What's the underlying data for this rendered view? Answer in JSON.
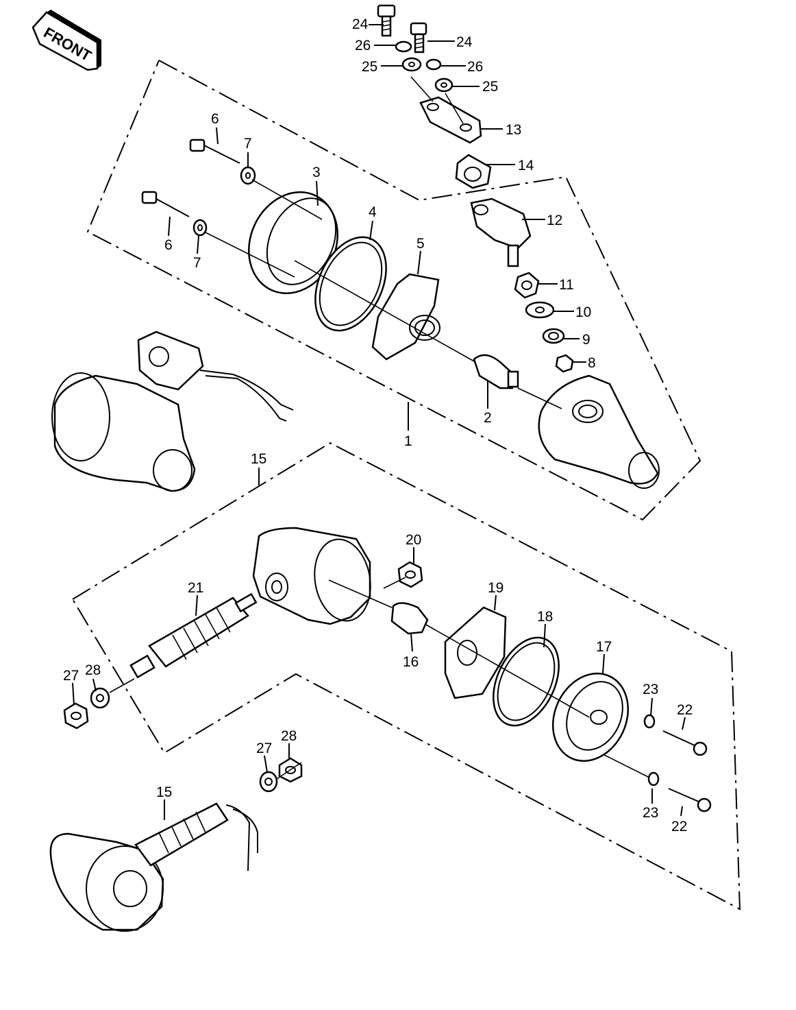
{
  "diagram": {
    "front_label": "FRONT",
    "colors": {
      "ink": "#000000",
      "paper": "#ffffff"
    },
    "callouts": [
      {
        "id": "c24a",
        "text": "24"
      },
      {
        "id": "c24b",
        "text": "24"
      },
      {
        "id": "c26a",
        "text": "26"
      },
      {
        "id": "c26b",
        "text": "26"
      },
      {
        "id": "c25a",
        "text": "25"
      },
      {
        "id": "c25b",
        "text": "25"
      },
      {
        "id": "c13",
        "text": "13"
      },
      {
        "id": "c14",
        "text": "14"
      },
      {
        "id": "c6a",
        "text": "6"
      },
      {
        "id": "c7a",
        "text": "7"
      },
      {
        "id": "c3",
        "text": "3"
      },
      {
        "id": "c4",
        "text": "4"
      },
      {
        "id": "c5",
        "text": "5"
      },
      {
        "id": "c6b",
        "text": "6"
      },
      {
        "id": "c7b",
        "text": "7"
      },
      {
        "id": "c12",
        "text": "12"
      },
      {
        "id": "c11",
        "text": "11"
      },
      {
        "id": "c10",
        "text": "10"
      },
      {
        "id": "c9",
        "text": "9"
      },
      {
        "id": "c8",
        "text": "8"
      },
      {
        "id": "c2",
        "text": "2"
      },
      {
        "id": "c1",
        "text": "1"
      },
      {
        "id": "c15a",
        "text": "15"
      },
      {
        "id": "c20",
        "text": "20"
      },
      {
        "id": "c21",
        "text": "21"
      },
      {
        "id": "c19",
        "text": "19"
      },
      {
        "id": "c18",
        "text": "18"
      },
      {
        "id": "c17",
        "text": "17"
      },
      {
        "id": "c16",
        "text": "16"
      },
      {
        "id": "c27a",
        "text": "27"
      },
      {
        "id": "c28a",
        "text": "28"
      },
      {
        "id": "c23a",
        "text": "23"
      },
      {
        "id": "c22a",
        "text": "22"
      },
      {
        "id": "c27b",
        "text": "27"
      },
      {
        "id": "c28b",
        "text": "28"
      },
      {
        "id": "c15b",
        "text": "15"
      },
      {
        "id": "c23b",
        "text": "23"
      },
      {
        "id": "c22b",
        "text": "22"
      }
    ]
  }
}
